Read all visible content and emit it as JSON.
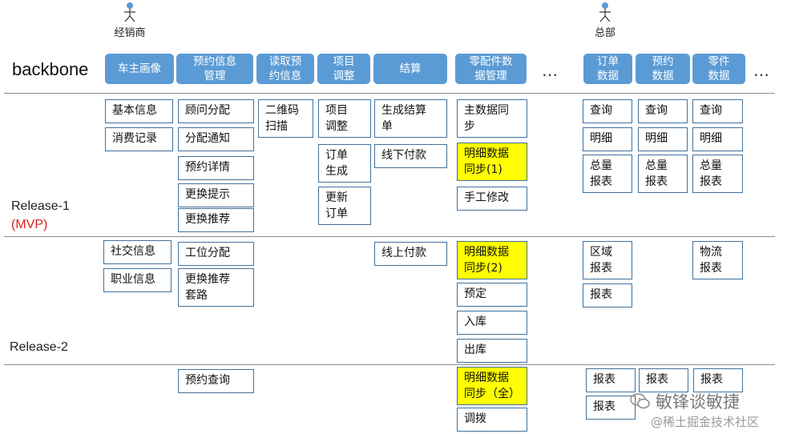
{
  "actors": {
    "dealer": "经销商",
    "hq": "总部"
  },
  "backbone": {
    "label": "backbone",
    "items": [
      "车主画像",
      "预约信息\n管理",
      "读取预\n约信息",
      "项目\n调整",
      "结算",
      "零配件数\n据管理",
      "订单\n数据",
      "预约\n数据",
      "零件\n数据"
    ],
    "ellipsis": "…"
  },
  "releases": {
    "r1": "Release-1",
    "r1_note": "(MVP)",
    "r2": "Release-2"
  },
  "cards": {
    "r1": [
      "基本信息",
      "消费记录",
      "顾问分配",
      "分配通知",
      "预约详情",
      "更换提示",
      "更换推荐",
      "二维码\n扫描",
      "项目\n调整",
      "订单\n生成",
      "更新\n订单",
      "生成结算\n单",
      "线下付款",
      "主数据同\n步",
      "明细数据\n同步(1)",
      "手工修改",
      "查询",
      "明细",
      "总量\n报表",
      "查询",
      "明细",
      "总量\n报表",
      "查询",
      "明细",
      "总量\n报表"
    ],
    "r2": [
      "社交信息",
      "职业信息",
      "工位分配",
      "更换推荐\n套路",
      "线上付款",
      "明细数据\n同步(2)",
      "预定",
      "入库",
      "出库",
      "区域\n报表",
      "报表",
      "物流\n报表"
    ],
    "r3": [
      "预约查询",
      "明细数据\n同步（全）",
      "调拨",
      "报表",
      "报表",
      "报表",
      "报表"
    ]
  },
  "colors": {
    "backbone": "#5b9bd5",
    "highlight": "#ffff00",
    "mvp": "#e02020"
  },
  "watermark": {
    "line1": "敏锋谈敏捷",
    "line2": "@稀土掘金技术社区"
  }
}
